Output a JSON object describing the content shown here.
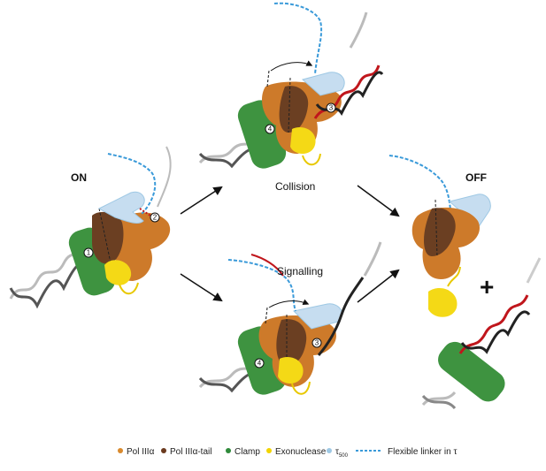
{
  "states": {
    "on": "ON",
    "off": "OFF"
  },
  "transitions": {
    "collision": "Collision",
    "signalling": "Signalling"
  },
  "markers": [
    "1",
    "2",
    "3",
    "4",
    "3",
    "4"
  ],
  "plus_sign": "+",
  "legend": {
    "items": [
      {
        "label": "Pol IIIα",
        "color": "#d98a2e",
        "kind": "dot"
      },
      {
        "label": "Pol IIIα-tail",
        "color": "#6b3a1e",
        "kind": "dot"
      },
      {
        "label": "Clamp",
        "color": "#2f8a3a",
        "kind": "dot"
      },
      {
        "label": "Exonuclease",
        "color": "#f2d400",
        "kind": "dot"
      },
      {
        "label": "τ",
        "subscript": "500",
        "color": "#9ec8e4",
        "kind": "dot"
      },
      {
        "label": "Flexible linker in τ",
        "color": "#3a9ad9",
        "kind": "dashed-line"
      }
    ]
  },
  "colors": {
    "pol": "#cd7a2a",
    "pol_dark": "#b85f1f",
    "tail": "#6b3f22",
    "clamp": "#3e9340",
    "exo": "#f4d916",
    "tau": "#c6ddf0",
    "linker": "#3a9ad9",
    "dna_dark": "#111111",
    "dna_light": "#9a9a9a",
    "dna_red": "#c0161c"
  }
}
